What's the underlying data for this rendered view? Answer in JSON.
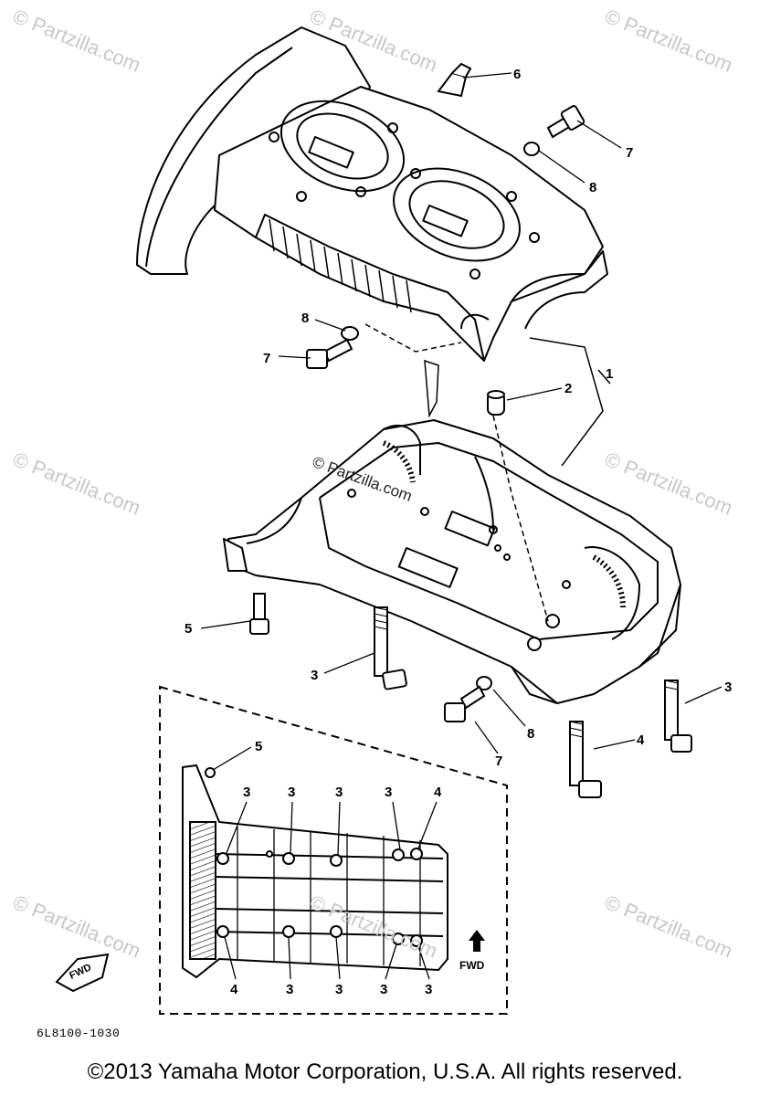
{
  "watermark": {
    "text": "© Partzilla.com",
    "center_text": "© Partzilla.com"
  },
  "callouts": {
    "c1": "1",
    "c2": "2",
    "c3a": "3",
    "c3b": "3",
    "c4": "4",
    "c5": "5",
    "c6": "6",
    "c7a": "7",
    "c7b": "7",
    "c7c": "7",
    "c8a": "8",
    "c8b": "8",
    "c8c": "8",
    "inset_top": [
      "5",
      "3",
      "3",
      "3",
      "3",
      "4"
    ],
    "inset_bottom": [
      "4",
      "3",
      "3",
      "3",
      "3"
    ]
  },
  "fwd_label": "FWD",
  "fwd_badge": "FWD",
  "drawing_code": "6L8100-1030",
  "copyright": "©2013 Yamaha Motor Corporation, U.S.A. All rights reserved."
}
